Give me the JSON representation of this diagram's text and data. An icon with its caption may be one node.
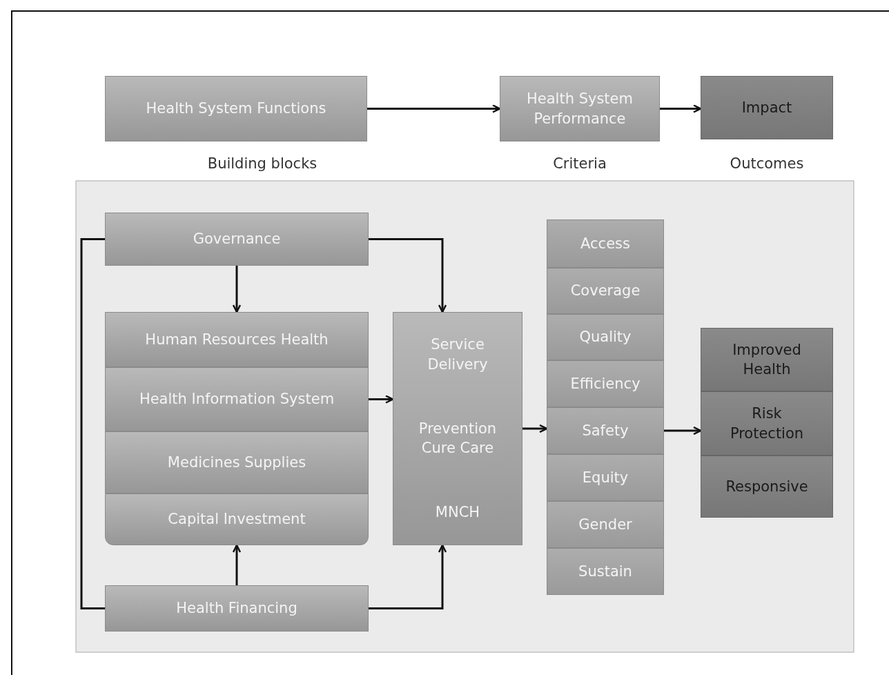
{
  "diagram": {
    "nodes": [
      {
        "text": [
          "Health System Functions"
        ],
        "beside": [
          "Building blocks"
        ]
      },
      {
        "text": [
          "Health System Performance"
        ],
        "beside": [
          "Criteria"
        ]
      },
      {
        "text": [
          "Impact"
        ],
        "beside": [
          "Outcomes"
        ]
      },
      {
        "text": [
          "Governance"
        ]
      },
      {
        "text": [
          "Human Resources Health"
        ]
      },
      {
        "text": [
          "Health Information System"
        ]
      },
      {
        "text": [
          "Medicines Supplies"
        ]
      },
      {
        "text": [
          "Capital Investment"
        ]
      },
      {
        "text": [
          "Service Delivery",
          "Prevention Cure Care",
          "MNCH"
        ]
      },
      {
        "text": [
          "Access"
        ]
      },
      {
        "text": [
          "Coverage"
        ]
      },
      {
        "text": [
          "Quality"
        ]
      },
      {
        "text": [
          "Efficiency"
        ]
      },
      {
        "text": [
          "Safety"
        ]
      },
      {
        "text": [
          "Equity"
        ]
      },
      {
        "text": [
          "Gender"
        ]
      },
      {
        "text": [
          "Sustain"
        ]
      },
      {
        "text": [
          "Improved Health"
        ]
      },
      {
        "text": [
          "Risk Protection"
        ]
      },
      {
        "text": [
          "Responsive"
        ]
      },
      {
        "text": [
          "Health Financing"
        ]
      }
    ],
    "edges": [
      {
        "from": 0,
        "to": 1,
        "arrow": "to"
      },
      {
        "from": 1,
        "to": 2,
        "arrow": "to"
      },
      {
        "from": 3,
        "to": 4,
        "arrow": "to"
      },
      {
        "from": 3,
        "to": 8,
        "arrow": "to"
      },
      {
        "from": 3,
        "to": 20,
        "arrow": "none"
      },
      {
        "from": 20,
        "to": 7,
        "arrow": "to"
      },
      {
        "from": 20,
        "to": 8,
        "arrow": "to"
      },
      {
        "from": 5,
        "to": 8,
        "arrow": "to"
      },
      {
        "from": 8,
        "to": 13,
        "arrow": "to"
      },
      {
        "from": 13,
        "to": 18,
        "arrow": "to"
      }
    ]
  }
}
